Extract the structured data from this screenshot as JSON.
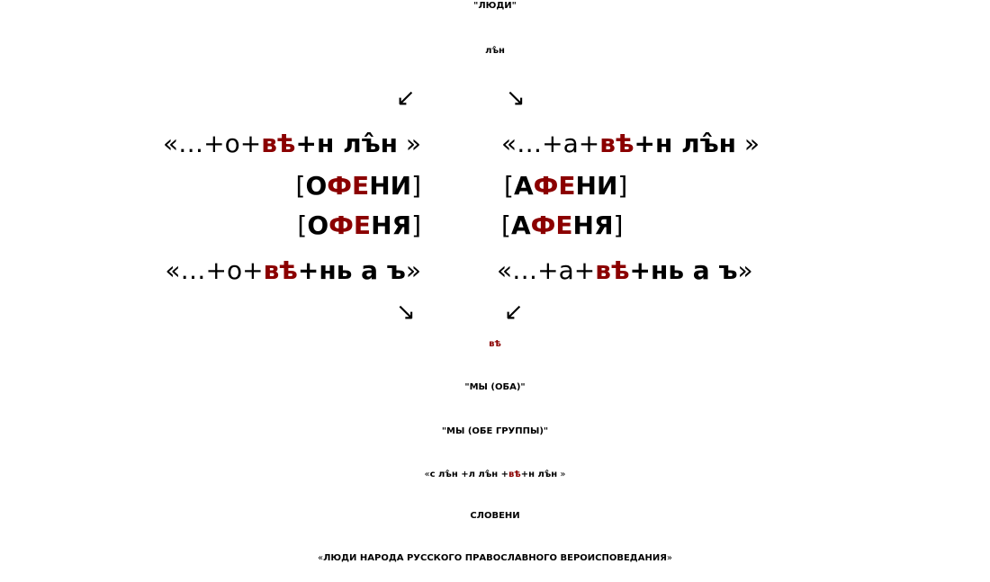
{
  "colors": {
    "text": "#000000",
    "accent": "#8b0000",
    "background": "#ffffff"
  },
  "top": {
    "title": "\"ЛЮДИ\"",
    "root": "лъ̂н"
  },
  "arrows": {
    "top_left": "↙",
    "top_right": "↘",
    "bottom_left": "↘",
    "bottom_right": "↙"
  },
  "left_branch": {
    "formula1": {
      "open": "«…+о+",
      "red": "вѣ",
      "rest": "+н лъ̂н",
      "close": " »"
    },
    "word1": {
      "open": "[",
      "a": "О",
      "red": "ФЕ",
      "b": "НИ",
      "close": "]"
    },
    "word2": {
      "open": "[",
      "a": "О",
      "red": "ФЕ",
      "b": "НЯ",
      "close": "]"
    },
    "formula2": {
      "open": "«…+о+",
      "red": "вѣ",
      "rest": "+нь а ъ",
      "close": "»"
    }
  },
  "right_branch": {
    "formula1": {
      "open": "«…+а+",
      "red": "вѣ",
      "rest": "+н лъ̂н",
      "close": " »"
    },
    "word1": {
      "open": "[",
      "a": "А",
      "red": "ФЕ",
      "b": "НИ",
      "close": "]"
    },
    "word2": {
      "open": "[",
      "a": "А",
      "red": "ФЕ",
      "b": "НЯ",
      "close": "]"
    },
    "formula2": {
      "open": "«…+а+",
      "red": "вѣ",
      "rest": "+нь а ъ",
      "close": "»"
    }
  },
  "bottom": {
    "ve": "вѣ",
    "we_both": "\"МЫ (ОБА)\"",
    "we_groups": "\"МЫ (ОБЕ ГРУППЫ)\"",
    "formula": {
      "open": "«",
      "a": "с лъ̂н +л лъ̂н +",
      "red": "вѣ",
      "b": "+н лъ̂н",
      "close": " »"
    },
    "sloveni": "СЛОВЕНИ",
    "meaning": {
      "open": "«",
      "text": "ЛЮДИ НАРОДА РУССКОГО ПРАВОСЛАВНОГО ВЕРОИСПОВЕДАНИЯ",
      "close": "»"
    }
  }
}
